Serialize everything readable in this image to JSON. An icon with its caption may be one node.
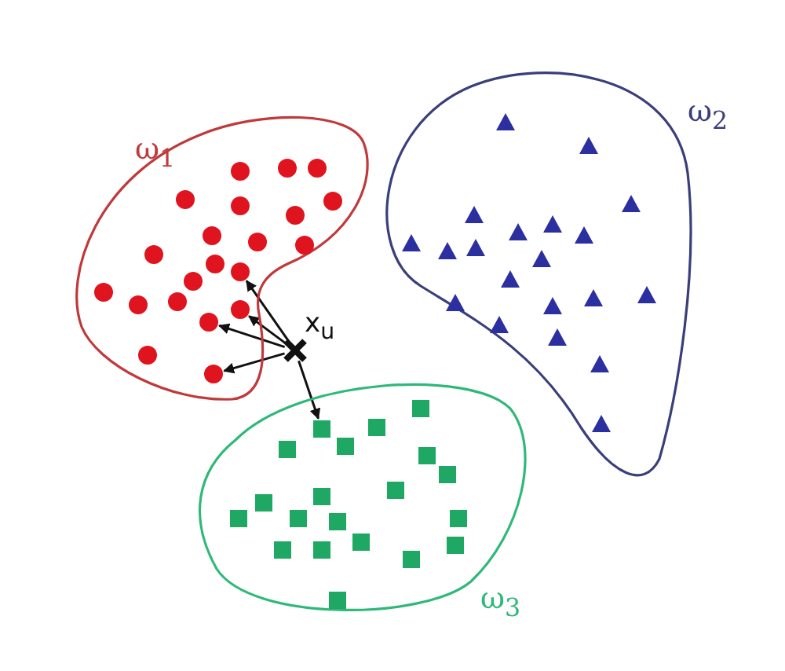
{
  "diagram": {
    "nodes": [
      {
        "text": [
          "ω$_{1}$"
        ]
      },
      {
        "text": [
          "ω$_{2}$"
        ]
      },
      {
        "text": [
          "ω$_{3}$"
        ]
      },
      {
        "text": [
          "x$_{u}$"
        ]
      },
      {
        "text": [],
        "shape": "circle",
        "in": 0
      },
      {
        "text": [],
        "shape": "circle",
        "in": 0
      },
      {
        "text": [],
        "shape": "circle",
        "in": 0
      },
      {
        "text": [],
        "shape": "circle",
        "in": 0
      },
      {
        "text": [],
        "shape": "circle",
        "in": 0
      },
      {
        "text": [],
        "shape": "circle",
        "in": 0
      },
      {
        "text": [],
        "shape": "circle",
        "in": 0
      },
      {
        "text": [],
        "shape": "circle",
        "in": 0
      },
      {
        "text": [],
        "shape": "circle",
        "in": 0
      },
      {
        "text": [],
        "shape": "circle",
        "in": 0
      },
      {
        "text": [],
        "shape": "circle",
        "in": 0
      },
      {
        "text": [],
        "shape": "circle",
        "in": 0
      },
      {
        "text": [],
        "shape": "circle",
        "in": 0
      },
      {
        "text": [],
        "shape": "circle",
        "in": 0
      },
      {
        "text": [],
        "shape": "circle",
        "in": 0
      },
      {
        "text": [],
        "shape": "circle",
        "in": 0
      },
      {
        "text": [],
        "shape": "circle",
        "in": 0
      },
      {
        "text": [],
        "shape": "circle",
        "in": 0
      },
      {
        "text": [],
        "shape": "circle",
        "in": 0
      },
      {
        "text": [],
        "shape": "circle",
        "in": 0
      },
      {
        "text": [],
        "shape": "circle",
        "in": 0
      },
      {
        "text": [],
        "shape": "triangle",
        "in": 1
      },
      {
        "text": [],
        "shape": "triangle",
        "in": 1
      },
      {
        "text": [],
        "shape": "triangle",
        "in": 1
      },
      {
        "text": [],
        "shape": "triangle",
        "in": 1
      },
      {
        "text": [],
        "shape": "triangle",
        "in": 1
      },
      {
        "text": [],
        "shape": "triangle",
        "in": 1
      },
      {
        "text": [],
        "shape": "triangle",
        "in": 1
      },
      {
        "text": [],
        "shape": "triangle",
        "in": 1
      },
      {
        "text": [],
        "shape": "triangle",
        "in": 1
      },
      {
        "text": [],
        "shape": "triangle",
        "in": 1
      },
      {
        "text": [],
        "shape": "triangle",
        "in": 1
      },
      {
        "text": [],
        "shape": "triangle",
        "in": 1
      },
      {
        "text": [],
        "shape": "triangle",
        "in": 1
      },
      {
        "text": [],
        "shape": "triangle",
        "in": 1
      },
      {
        "text": [],
        "shape": "triangle",
        "in": 1
      },
      {
        "text": [],
        "shape": "triangle",
        "in": 1
      },
      {
        "text": [],
        "shape": "triangle",
        "in": 1
      },
      {
        "text": [],
        "shape": "triangle",
        "in": 1
      },
      {
        "text": [],
        "shape": "triangle",
        "in": 1
      },
      {
        "text": [],
        "shape": "triangle",
        "in": 1
      },
      {
        "text": [],
        "shape": "box",
        "in": 2
      },
      {
        "text": [],
        "shape": "box",
        "in": 2
      },
      {
        "text": [],
        "shape": "box",
        "in": 2
      },
      {
        "text": [],
        "shape": "box",
        "in": 2
      },
      {
        "text": [],
        "shape": "box",
        "in": 2
      },
      {
        "text": [],
        "shape": "box",
        "in": 2
      },
      {
        "text": [],
        "shape": "box",
        "in": 2
      },
      {
        "text": [],
        "shape": "box",
        "in": 2
      },
      {
        "text": [],
        "shape": "box",
        "in": 2
      },
      {
        "text": [],
        "shape": "box",
        "in": 2
      },
      {
        "text": [],
        "shape": "box",
        "in": 2
      },
      {
        "text": [],
        "shape": "box",
        "in": 2
      },
      {
        "text": [],
        "shape": "box",
        "in": 2
      },
      {
        "text": [],
        "shape": "box",
        "in": 2
      },
      {
        "text": [],
        "shape": "box",
        "in": 2
      },
      {
        "text": [],
        "shape": "box",
        "in": 2
      },
      {
        "text": [],
        "shape": "box",
        "in": 2
      },
      {
        "text": [],
        "shape": "box",
        "in": 2
      },
      {
        "text": [],
        "shape": "box",
        "in": 2
      },
      {
        "text": [],
        "shape": "box",
        "in": 2
      }
    ],
    "edges": [
      {
        "from": 3,
        "to": 16,
        "arrow": "to"
      },
      {
        "from": 3,
        "to": 21,
        "arrow": "to"
      },
      {
        "from": 3,
        "to": 22,
        "arrow": "to"
      },
      {
        "from": 3,
        "to": 24,
        "arrow": "to"
      },
      {
        "from": 3,
        "to": 47,
        "arrow": "to"
      }
    ]
  }
}
